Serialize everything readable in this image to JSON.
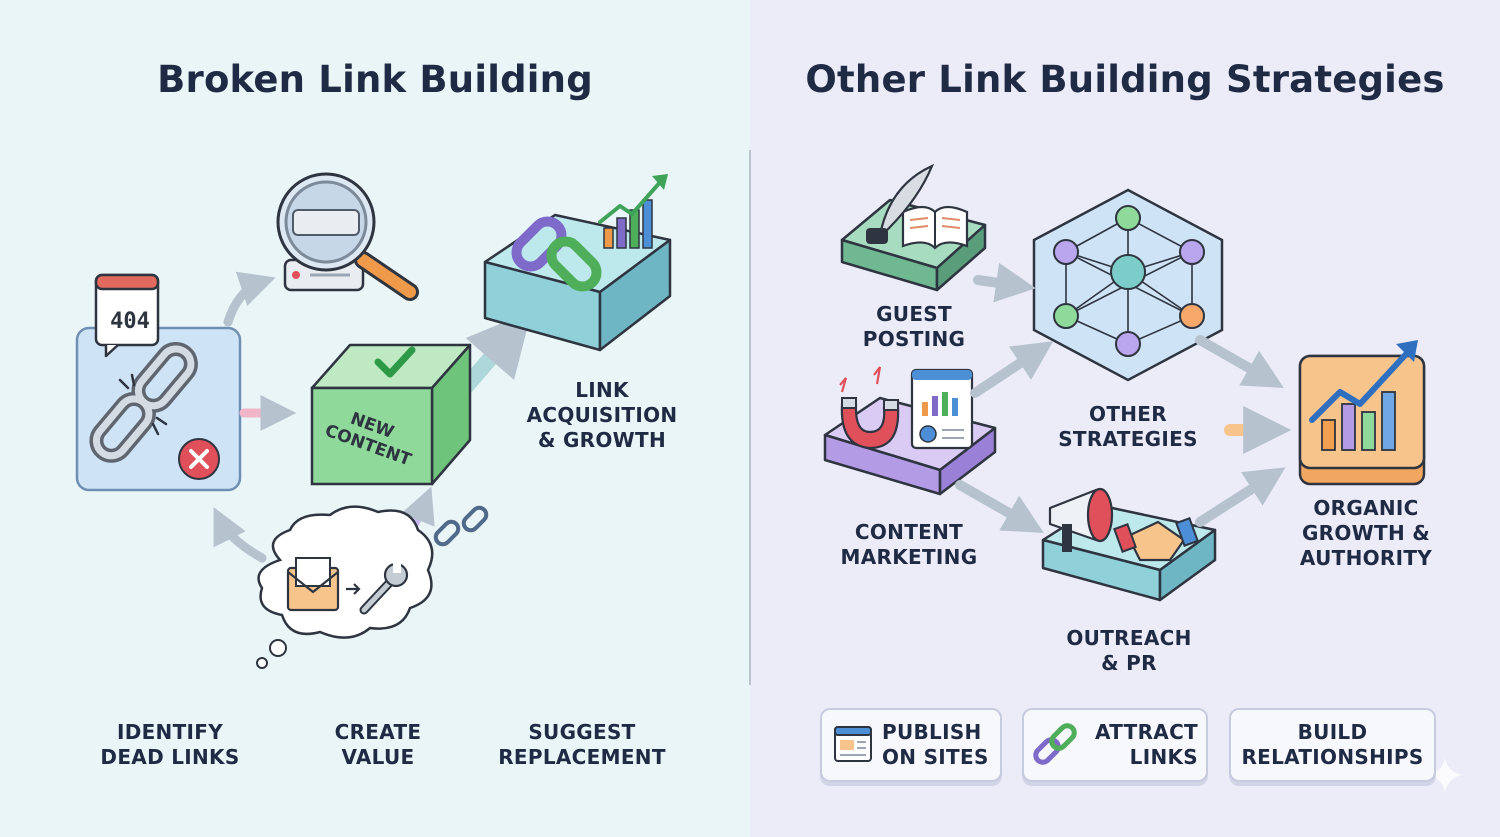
{
  "left": {
    "title": "Broken Link Building",
    "error_code": "404",
    "box_text": "NEW\nCONTENT",
    "labels": {
      "acquisition": "LINK\nACQUISITION\n& GROWTH",
      "identify": "IDENTIFY\nDEAD LINKS",
      "create": "CREATE\nVALUE",
      "suggest": "SUGGEST\nREPLACEMENT"
    }
  },
  "right": {
    "title": "Other Link Building Strategies",
    "labels": {
      "guest": "GUEST\nPOSTING",
      "other": "OTHER\nSTRATEGIES",
      "content": "CONTENT\nMARKETING",
      "outreach": "OUTREACH\n& PR",
      "organic": "ORGANIC\nGROWTH &\nAUTHORITY"
    },
    "pills": [
      {
        "label": "PUBLISH\nON SITES",
        "icon": "browser-window-icon"
      },
      {
        "label": "ATTRACT\nLINKS",
        "icon": "chain-link-icon"
      },
      {
        "label": "BUILD\nRELATIONSHIPS",
        "icon": ""
      }
    ]
  },
  "colors": {
    "left_bg": "#e9f5f7",
    "right_bg": "#ecebf8",
    "title": "#1f2a44",
    "green_box": "#8fd99a",
    "blue_tile": "#cfe3f7",
    "purple_tile": "#c9b6ef",
    "teal_tile": "#a8dcd9",
    "orange_tile": "#f7c58c"
  }
}
